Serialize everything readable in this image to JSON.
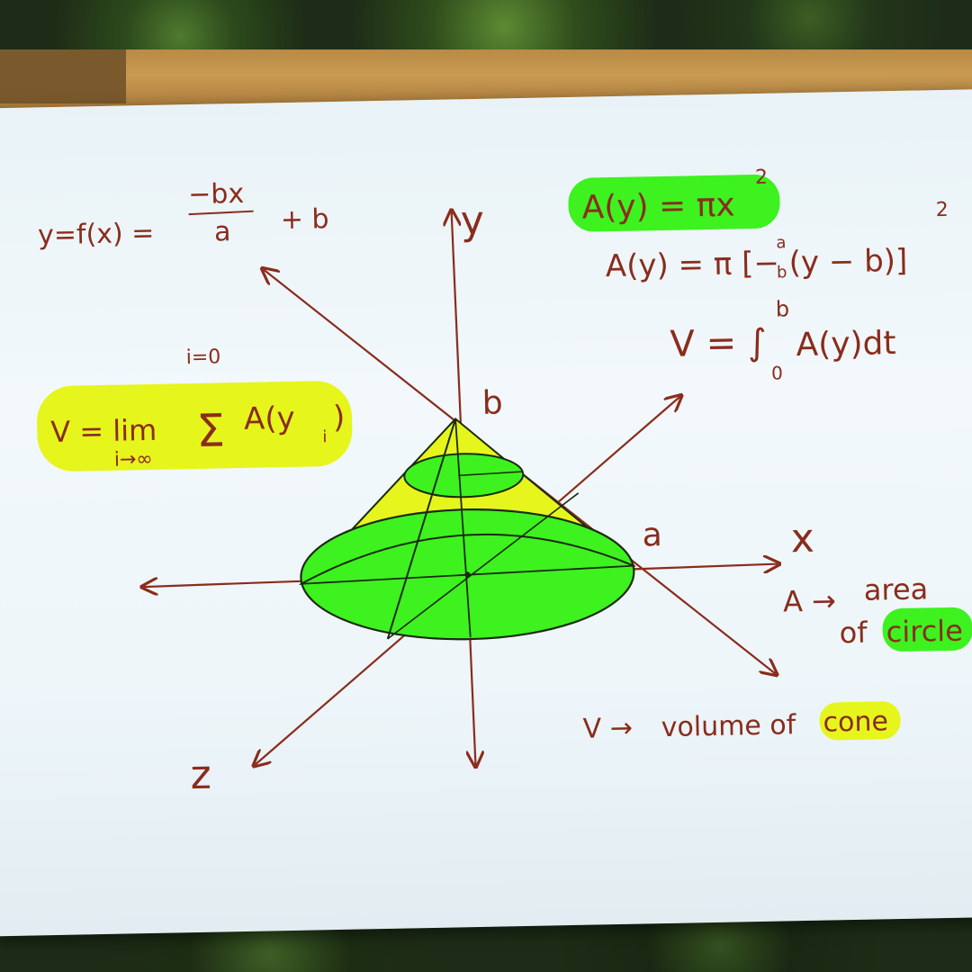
{
  "equations": {
    "line_fn_prefix": "y=f(x) =",
    "line_fn_numerator": "−bx",
    "line_fn_denominator": "a",
    "line_fn_suffix": "+ b",
    "area_base": "A(y) = πx",
    "area_base_exp": "2",
    "area_sub": "A(y) = π [− (y − b)]",
    "area_sub_frac_num": "a",
    "area_sub_frac_den": "b",
    "area_sub_exp": "2",
    "volume_integral": "V = ∫",
    "volume_integral_upper": "b",
    "volume_integral_lower": "0",
    "volume_integral_integrand": "A(y)dt",
    "riemann_prefix": "V = lim",
    "riemann_limit": "i→∞",
    "riemann_sum": "Σ",
    "riemann_sum_top": "i=0",
    "riemann_term": "A(y",
    "riemann_term_sub": "i",
    "riemann_term_close": ")"
  },
  "axes": {
    "y_label": "y",
    "x_label": "x",
    "z_label": "z",
    "b_label": "b",
    "a_label": "a"
  },
  "legend": {
    "area_key": "A →",
    "area_text_1": "area",
    "area_text_2": "of",
    "area_highlight": "circle",
    "volume_key": "V →",
    "volume_text": "volume of",
    "volume_highlight": "cone"
  },
  "colors": {
    "ink": "#8a2c1c",
    "highlight_green": "#3df21f",
    "highlight_yellow": "#e6f51c",
    "paper": "#eef6fa"
  }
}
